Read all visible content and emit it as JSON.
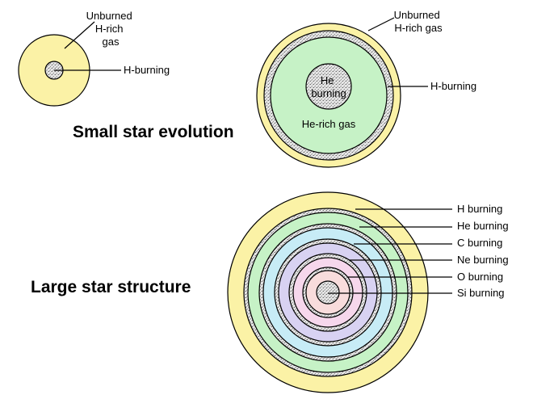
{
  "colors": {
    "yellow": "#fbf2a6",
    "green": "#c6f2c6",
    "blue": "#c7ecf6",
    "lavender": "#d8d2f2",
    "pink": "#f6d7ec",
    "peach": "#f8dcdc",
    "stipple": "#dcdcdc",
    "outline": "#000000"
  },
  "small_star": {
    "title": "Small star evolution",
    "early": {
      "unburned_label": [
        "Unburned",
        "H-rich",
        "gas"
      ],
      "h_burning_label": "H-burning"
    },
    "late": {
      "unburned_label": [
        "Unburned",
        "H-rich gas"
      ],
      "h_burning_label": "H-burning",
      "core_label": [
        "He",
        "burning"
      ],
      "he_rich_label": "He-rich gas"
    }
  },
  "large_star": {
    "title": "Large star structure",
    "layers": [
      {
        "label": "H burning"
      },
      {
        "label": "He burning"
      },
      {
        "label": "C burning"
      },
      {
        "label": "Ne burning"
      },
      {
        "label": "O burning"
      },
      {
        "label": "Si burning"
      }
    ]
  }
}
